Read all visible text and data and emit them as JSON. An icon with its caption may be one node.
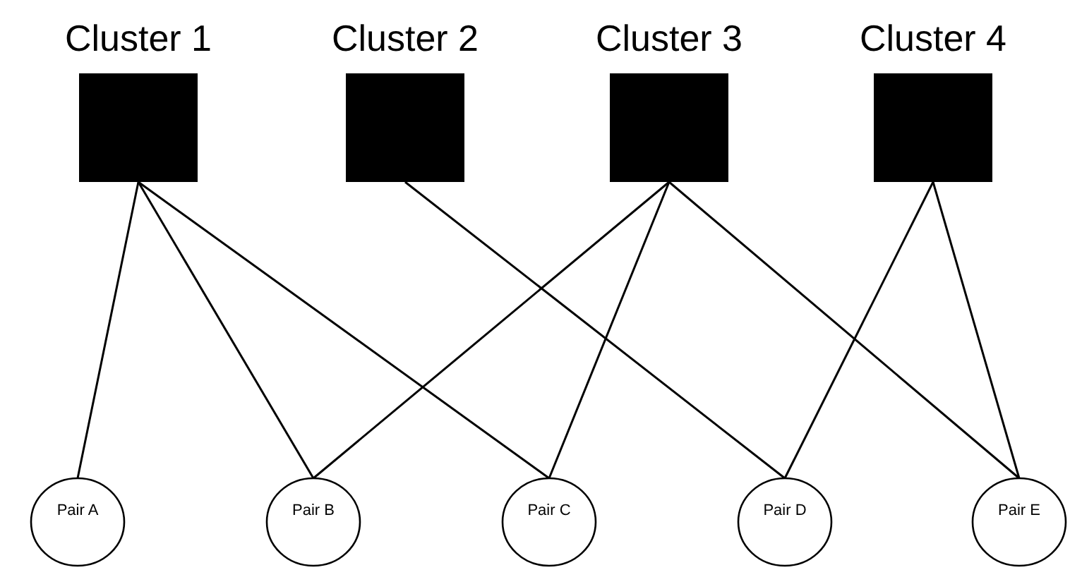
{
  "diagram": {
    "nodes": [
      {
        "text": [
          "Cluster 1"
        ]
      },
      {
        "text": [
          "Cluster 2"
        ]
      },
      {
        "text": [
          "Cluster 3"
        ]
      },
      {
        "text": [
          "Cluster 4"
        ]
      },
      {
        "text": [
          "Pair A"
        ]
      },
      {
        "text": [
          "Pair B"
        ]
      },
      {
        "text": [
          "Pair C"
        ]
      },
      {
        "text": [
          "Pair D"
        ]
      },
      {
        "text": [
          "Pair E"
        ]
      }
    ],
    "edges": [
      {
        "from": 0,
        "to": 4,
        "arrow": "none"
      },
      {
        "from": 0,
        "to": 5,
        "arrow": "none"
      },
      {
        "from": 0,
        "to": 6,
        "arrow": "none"
      },
      {
        "from": 1,
        "to": 7,
        "arrow": "none"
      },
      {
        "from": 2,
        "to": 5,
        "arrow": "none"
      },
      {
        "from": 2,
        "to": 6,
        "arrow": "none"
      },
      {
        "from": 2,
        "to": 8,
        "arrow": "none"
      },
      {
        "from": 3,
        "to": 7,
        "arrow": "none"
      },
      {
        "from": 3,
        "to": 8,
        "arrow": "none"
      }
    ]
  }
}
